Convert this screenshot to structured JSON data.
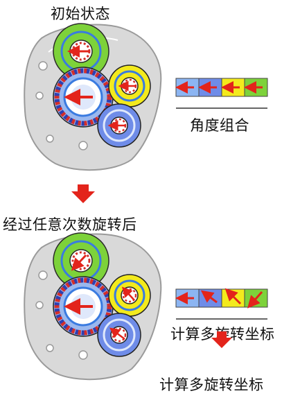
{
  "texts": {
    "title_top": "初始状态",
    "legend_top": "角度组合",
    "middle_caption": "经过任意次数旋转后",
    "legend_bottom": "计算多旋转坐标",
    "bottom_caption": "计算多旋转坐标"
  },
  "colors": {
    "green": "#7dd23a",
    "yellow": "#f3ea1d",
    "light_blue": "#8cb5f2",
    "blue": "#6f8ce8",
    "red": "#e3241b",
    "plate": "#d8d8d8",
    "ring_red": "#d42f2a",
    "ring_blue": "#2f3fb0"
  },
  "icons": {
    "arrow_down": "down-arrow-icon"
  },
  "legend_top_arrows": [
    "left",
    "left",
    "left",
    "left"
  ],
  "legend_bottom_arrows": [
    "left",
    "up-left",
    "up-left",
    "down-left"
  ]
}
